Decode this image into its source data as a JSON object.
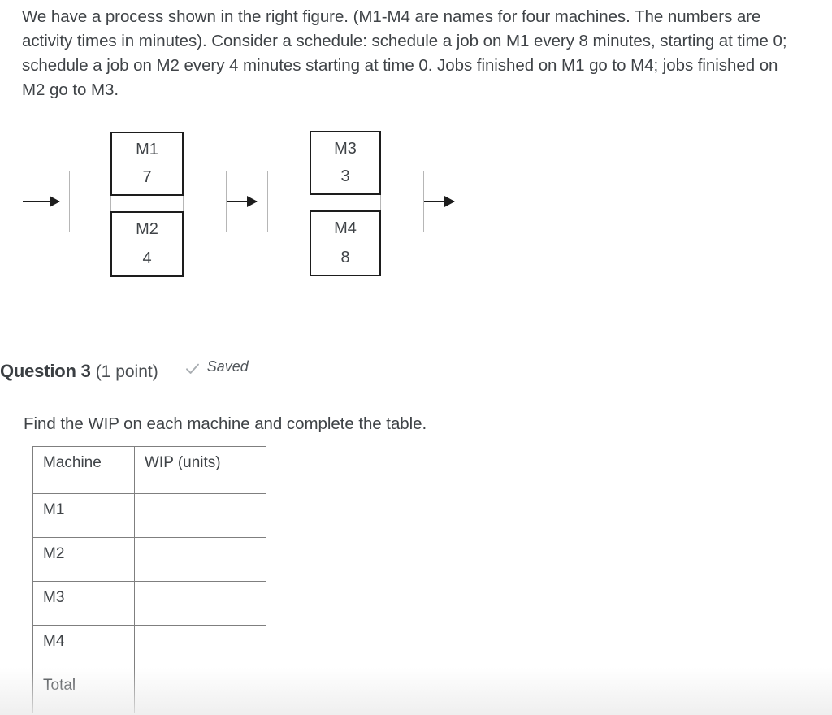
{
  "prompt": {
    "text": "We have a process shown in the right figure. (M1-M4 are names for four machines. The numbers are activity times in minutes). Consider a schedule: schedule a job on M1 every 8 minutes, starting at time 0; schedule a job on M2 every 4 minutes starting at time 0. Jobs finished on M1 go to M4; jobs finished on M2 go to M3."
  },
  "diagram": {
    "machines": [
      {
        "name": "M1",
        "time": "7"
      },
      {
        "name": "M2",
        "time": "4"
      },
      {
        "name": "M3",
        "time": "3"
      },
      {
        "name": "M4",
        "time": "8"
      }
    ],
    "arrows": [
      "input-arrow",
      "middle-arrow",
      "output-arrow"
    ],
    "box_border_color": "#1d1d1d",
    "connector_color": "#b6b6b6"
  },
  "question": {
    "title": "Question 3",
    "points": "(1 point)",
    "save_status": "Saved",
    "check_icon": "check-icon",
    "check_color": "#a9aeb2"
  },
  "instruction": {
    "text": "Find the WIP on each machine and complete the table."
  },
  "table": {
    "headers": [
      "Machine",
      "WIP (units)"
    ],
    "rows": [
      {
        "machine": "M1",
        "wip": ""
      },
      {
        "machine": "M2",
        "wip": ""
      },
      {
        "machine": "M3",
        "wip": ""
      },
      {
        "machine": "M4",
        "wip": ""
      },
      {
        "machine": "Total",
        "wip": ""
      }
    ]
  }
}
